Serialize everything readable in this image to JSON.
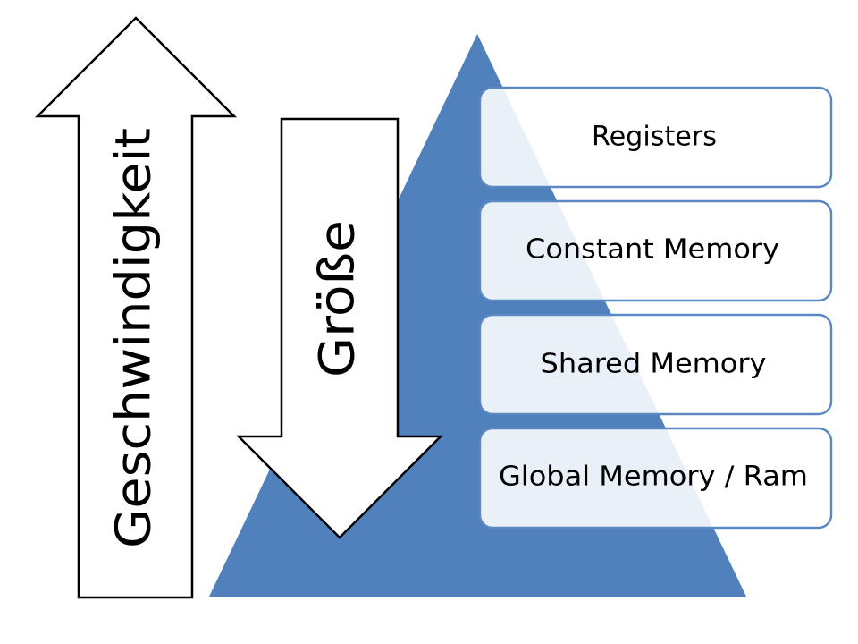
{
  "colors": {
    "pyramid_fill": "#5081bd",
    "box_stroke": "#5b87c2",
    "arrow_stroke": "#000000",
    "text": "#000000",
    "background": "#ffffff"
  },
  "arrows": {
    "speed_label": "Geschwindigkeit",
    "size_label": "Größe"
  },
  "memory_levels": [
    {
      "label": "Registers"
    },
    {
      "label": "Constant Memory"
    },
    {
      "label": "Shared Memory"
    },
    {
      "label": "Global Memory / Ram"
    }
  ]
}
